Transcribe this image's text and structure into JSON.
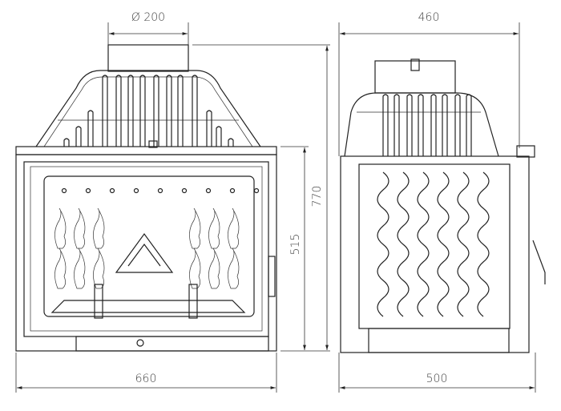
{
  "dimensions": {
    "flue_diameter": "Ø 200",
    "side_depth_top": "460",
    "total_height": "770",
    "door_height": "515",
    "front_width": "660",
    "side_depth_bottom": "500"
  },
  "colors": {
    "line": "#222222",
    "background": "#ffffff"
  }
}
